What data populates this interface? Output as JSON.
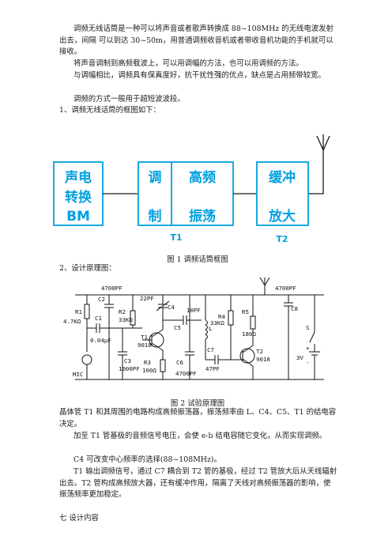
{
  "paragraphs": {
    "p1": "调频无线话筒是一种可以将声音或者歌声转换成 88~108MHz 的无线电波发射出去，间隔 可以到达 30~50m，用普通调频收音机或者带收音机功能的手机就可以接收。",
    "p2": "将声音调制到高频载波上，可以用调幅的方法，也可以用调频的方法。",
    "p3": "与调幅相比，调频具有保真度好，抗干扰性强的优点，缺点是占用频带较宽。",
    "p4": "调频的方式一般用于超短波波段。",
    "p5": "1、调频无线话筒的框图如下：",
    "p6": "2、设计原理图：",
    "p7": "晶体管 T1 和其周围的电路构成高频振荡器，振荡频率由 L、C4、C5、T1 的结电容决定。",
    "p8": "加至 T1 管基极的音频信号电压，会使 e-b 结电容随它变化，从而实现调频。",
    "p9": "C4 可改变中心频率的选择(88~108MHz)。",
    "p10": "T1 输出调频信号，通过 C7 耦合到 T2 管的基极，经过 T2 管放大后从天线辐射出去。T2 管构成高频放大器，还有缓冲作用，隔离了天线对高频振荡器的影响，使振荡频率更加稳定。",
    "p11": "七 设计内容"
  },
  "block_diagram": {
    "blocks": [
      {
        "line1": "声电",
        "line2": "转换",
        "line3": "BM"
      },
      {
        "line1": "调",
        "line2": "制"
      },
      {
        "line1": "高频",
        "line2": "振荡"
      },
      {
        "line1": "缓冲",
        "line2": "放大"
      }
    ],
    "t1_label": "T1",
    "t2_label": "T2",
    "caption": "图 1 调频话筒框图",
    "colors": {
      "border": "#00a0e0",
      "text": "#00a0e0",
      "line": "#1a1a1a"
    }
  },
  "schematic": {
    "caption": "图 2 试验原理图",
    "labels": {
      "c2_val": "4700PF",
      "c2": "C2",
      "r1": "R1",
      "r1_val": "4.7KΩ",
      "c1": "C1",
      "c1_val": "0.04μF",
      "mic": "MIC",
      "c3": "C3",
      "c3_val": "1000PF",
      "r2": "R2",
      "r2_val": "33KΩ",
      "c4_val": "22PF",
      "c4": "C4",
      "t1": "T1",
      "t1_model": "9018",
      "c5": "C5",
      "c5_val": "10PF",
      "r3": "R3",
      "r3_val": "100Ω",
      "c6": "C6",
      "c6_val": "4700PF",
      "l": "L",
      "r4": "R4",
      "r4_val": "33KΩ",
      "r5": "R5",
      "r5_val": "180Ω",
      "c7": "C7",
      "c7_val": "47PF",
      "t2": "T2",
      "t2_model": "9018",
      "c8_val": "4700PF",
      "c8": "C8",
      "s": "S",
      "v": "3V",
      "plus": "+",
      "minus": "-"
    }
  }
}
